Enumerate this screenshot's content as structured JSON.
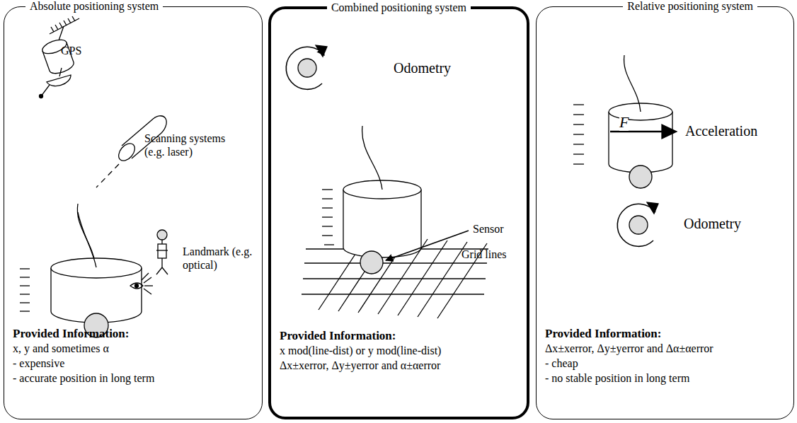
{
  "diagram": {
    "nodes": [
      {
        "text": [
          "Absolute positioning system",
          "Provided Information:",
          "x, y and sometimes α",
          "- expensive",
          "- accurate position in long term"
        ]
      },
      {
        "text": [
          "Combined positioning system",
          "Provided Information:",
          "x mod(line-dist) or y mod(line-dist)",
          "Δx±xerror, Δy±yerror and α±αerror"
        ]
      },
      {
        "text": [
          "Relative positioning system",
          "Provided Information:",
          "Δx±xerror, Δy±yerror and Δα±αerror",
          "- cheap",
          "- no stable position in long term"
        ]
      }
    ],
    "edges": [],
    "labels": [
      "GPS",
      "Scanning systems (e.g. laser)",
      "Landmark (e.g. optical)",
      "Odometry",
      "Sensor",
      "Grid lines",
      "F",
      "Acceleration",
      "Odometry"
    ]
  }
}
